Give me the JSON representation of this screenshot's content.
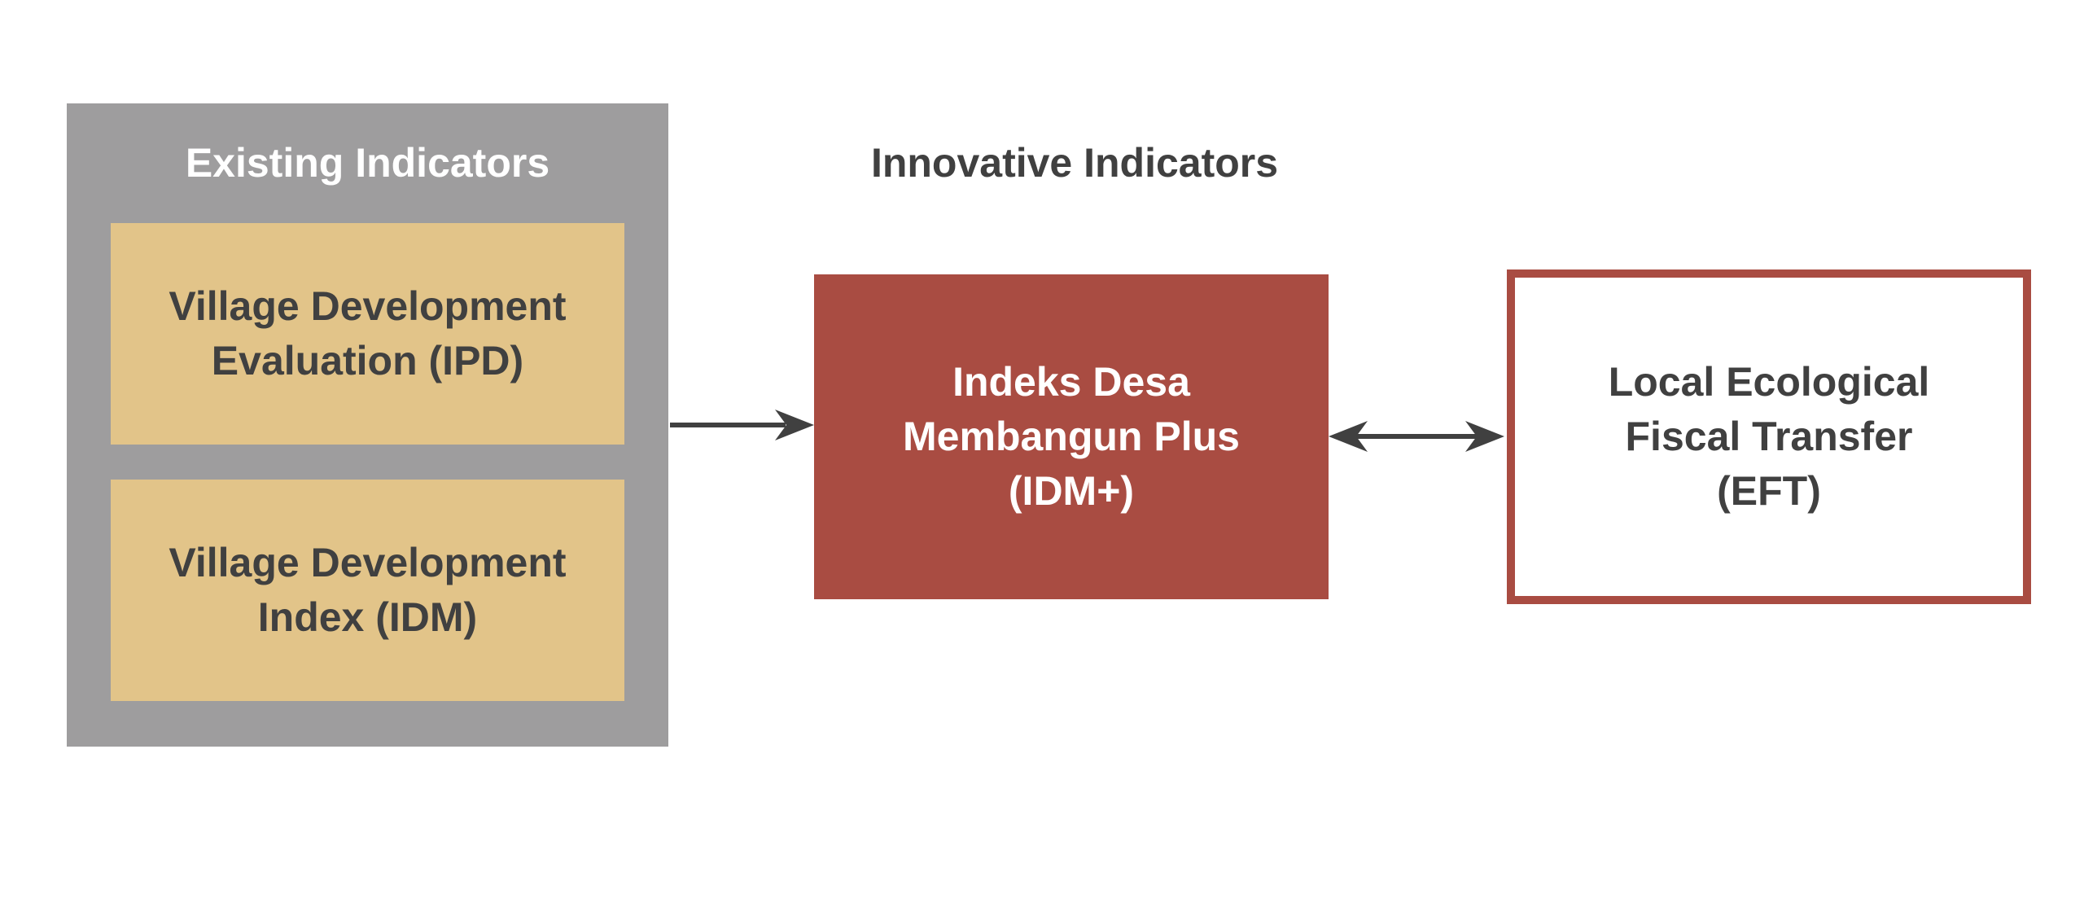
{
  "existing": {
    "title": "Existing Indicators",
    "ipd": {
      "line1": "Village Development",
      "line2": "Evaluation (IPD)"
    },
    "idm": {
      "line1": "Village Development",
      "line2": "Index (IDM)"
    }
  },
  "innovative": {
    "title": "Innovative Indicators",
    "idm_plus": {
      "line1": "Indeks Desa",
      "line2": "Membangun Plus",
      "line3": "(IDM+)"
    },
    "eft": {
      "line1": "Local Ecological",
      "line2": "Fiscal Transfer",
      "line3": "(EFT)"
    }
  },
  "colors": {
    "panel_gray": "#9e9d9e",
    "existing_box": "#e2c489",
    "accent_red": "#a94c42",
    "arrow": "#404040"
  }
}
